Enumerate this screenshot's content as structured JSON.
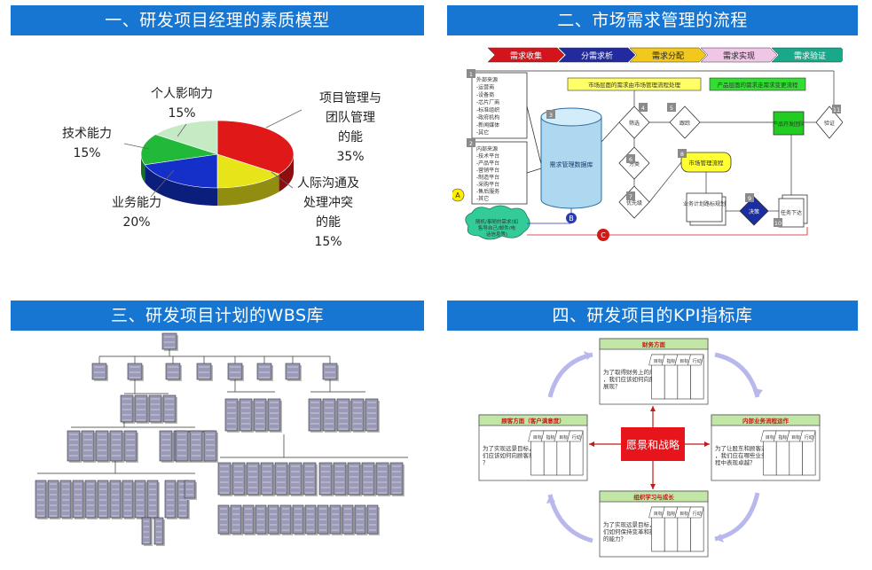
{
  "panel1": {
    "title": "一、研发项目经理的素质模型",
    "slices": [
      {
        "label": "项目管理与团队管理的能力",
        "value": 35,
        "pct": "35%",
        "color": "#e01818"
      },
      {
        "label": "人际沟通及处理冲突的能力",
        "value": 15,
        "pct": "15%",
        "color": "#e8e41a"
      },
      {
        "label": "业务能力",
        "value": 20,
        "pct": "20%",
        "color": "#1430c8"
      },
      {
        "label": "技术能力",
        "value": 15,
        "pct": "15%",
        "color": "#22b83a"
      },
      {
        "label": "个人影响力",
        "value": 15,
        "pct": "15%",
        "color": "#c6eac4"
      }
    ]
  },
  "panel2": {
    "title": "二、市场需求管理的流程",
    "steps": [
      {
        "label": "需求收集",
        "color": "#d4141c",
        "text": "#ffffff"
      },
      {
        "label": "分需求析",
        "color": "#232a9e",
        "text": "#ffffff"
      },
      {
        "label": "需求分配",
        "color": "#f3c81c",
        "text": "#222222"
      },
      {
        "label": "需求实现",
        "color": "#f0c6e6",
        "text": "#222222"
      },
      {
        "label": "需求验证",
        "color": "#1aa88a",
        "text": "#ffffff"
      }
    ],
    "db_label": "需求管理数据库",
    "yellow_box": "市场层面的需求由市场管理流程处理",
    "green_note": "产品层面的需求走需求变更流程",
    "product_team": "产品开发团队",
    "market_flow": "市场管理流程",
    "biz_plan": "业务计划路标规划",
    "decision": "决策",
    "task": "任务下达",
    "source": "随机/事随的需求(如售导自己/邮件/电话信息等)",
    "diamonds": [
      "筛选",
      "分类",
      "优先级排序",
      "跟踪",
      "验证"
    ],
    "ext_list": [
      "外部来源",
      "-运营商",
      "-设备商",
      "-芯片厂商",
      "-标准组织",
      "-政府机构",
      "-新闻媒体",
      "-其它"
    ],
    "int_list": [
      "内部来源",
      "-技术平台",
      "-产品平台",
      "-营销平台",
      "-制造平台",
      "-采购平台",
      "-售后服务",
      "-其它"
    ],
    "markers": [
      "A",
      "B",
      "C"
    ],
    "numbers": [
      "1",
      "2",
      "3",
      "4",
      "5",
      "6",
      "7",
      "8",
      "9",
      "10",
      "11"
    ]
  },
  "panel3": {
    "title": "三、研发项目计划的WBS库"
  },
  "panel4": {
    "title": "四、研发项目的KPI指标库",
    "center": "愿景和战略",
    "boxes": [
      {
        "title": "财务方面",
        "desc": "为了取得财务上的成功，我们应该如何向股东展现？"
      },
      {
        "title": "顾客方面（客户满意度）",
        "desc": "为了实现远景目标，我们应该如何向顾客展现？"
      },
      {
        "title": "内部业务流程运作",
        "desc": "为了让股东和顾客满意，我们应在哪些业务流程中表现卓越？"
      },
      {
        "title": "组织学习与成长",
        "desc": "为了实现远景目标，我们如何保持变革和提高的能力？"
      }
    ],
    "col_heads": [
      "目标",
      "指标",
      "目标值",
      "行动方案"
    ]
  }
}
